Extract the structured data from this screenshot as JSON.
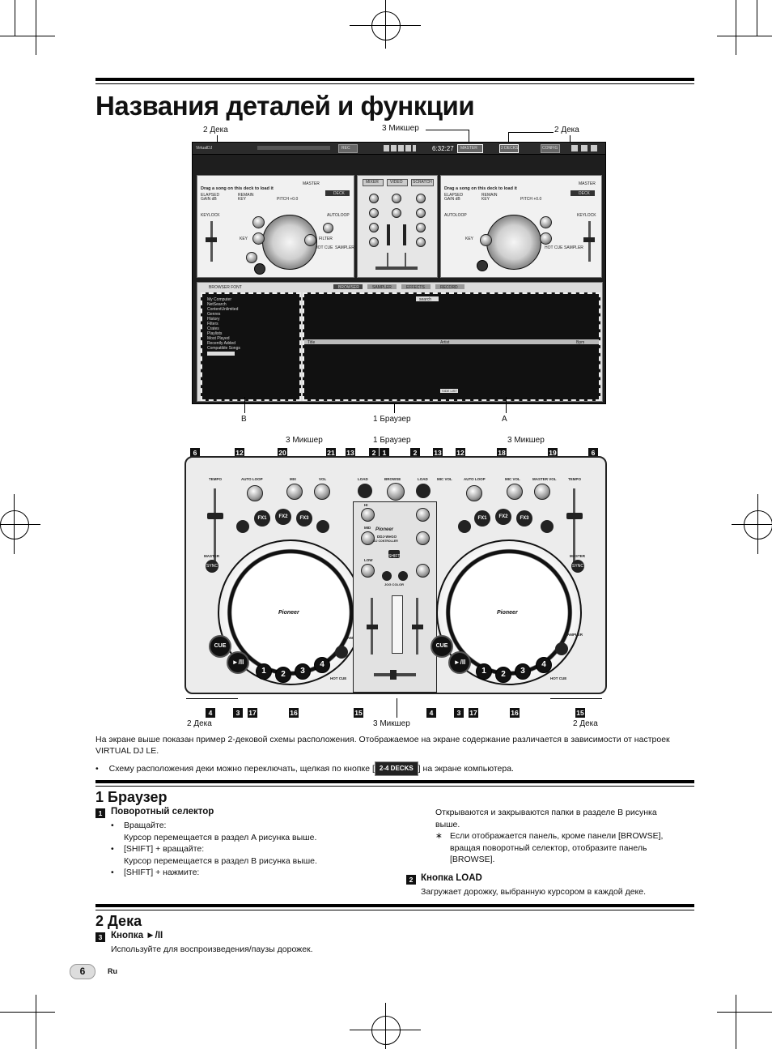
{
  "page": {
    "title": "Названия деталей и функции",
    "page_number": "6",
    "lang": "Ru"
  },
  "screen_figure": {
    "labels": {
      "deck_left": "2 Дека",
      "mixer": "3 Микшер",
      "deck_right": "2 Дека",
      "browser_b": "B",
      "browser": "1 Браузер",
      "browser_a": "A"
    },
    "ui": {
      "deck_prompt": "Drag a song on this deck to load it",
      "elapsed": "ELAPSED",
      "remain": "REMAIN",
      "gain": "GAIN dB",
      "key": "KEY",
      "pitch": "PITCH +0.0",
      "master": "MASTER",
      "deck": "DECK",
      "keylock": "KEYLOCK",
      "autoloop": "AUTOLOOP",
      "filter": "FILTER",
      "hotcue": "HOT CUE",
      "sampler": "SAMPLER",
      "tabs": [
        "BROWSER",
        "SAMPLER",
        "EFFECTS",
        "RECORD"
      ],
      "mixer_tabs": [
        "MIXER",
        "VIDEO",
        "SCRATCH"
      ],
      "folders": [
        "My Computer",
        "NetSearch",
        "ContentUnlimited",
        "Genres",
        "History",
        "Filters",
        "Crates",
        "Playlists",
        "Most Played",
        "Recently Added",
        "Compatible Songs"
      ],
      "table_cols": [
        "Title",
        "Artist",
        "Bpm"
      ],
      "search": "search",
      "time": "6:32:27",
      "top_buttons": [
        "REC",
        "MASTER",
        "2 DECKS",
        "CONFIG"
      ],
      "browser_font": "BROWSER FONT",
      "side_list": "SIDE LIST"
    }
  },
  "controller_figure": {
    "top_labels": {
      "mixer_left": "3 Микшер",
      "browser": "1 Браузер",
      "mixer_right": "3 Микшер"
    },
    "bottom_labels": {
      "deck_left": "2 Дека",
      "mixer": "3 Микшер",
      "deck_right": "2 Дека"
    },
    "callouts_top": [
      "6",
      "12",
      "20",
      "21",
      "13",
      "2",
      "1",
      "2",
      "13",
      "12",
      "18",
      "19",
      "6"
    ],
    "callouts_bottom": [
      "4",
      "3",
      "17",
      "16",
      "15",
      "4",
      "3",
      "17",
      "16",
      "15"
    ],
    "controls": {
      "tempo": "TEMPO",
      "auto_loop": "AUTO LOOP",
      "mix": "MIX",
      "vol": "VOL",
      "mic_vol": "MIC VOL",
      "master_vol": "MASTER VOL",
      "load": "LOAD",
      "browse": "BROWSE",
      "fx": [
        "FX1",
        "FX2",
        "FX3"
      ],
      "cue": "CUE",
      "play": "►/II",
      "pads": [
        "1",
        "2",
        "3",
        "4"
      ],
      "hot_cue": "HOT CUE",
      "sampler": "SAMPLER",
      "sync": "SYNC",
      "master": "MASTER",
      "brand": "Pioneer",
      "model": "DDJ-WeGO",
      "model_sub": "DJ CONTROLLER",
      "hi": "HI",
      "mid": "MID",
      "low": "LOW",
      "shift": "SHIFT",
      "jog_color": "JOG COLOR"
    }
  },
  "intro": {
    "text": "На экране выше показан пример 2-дековой схемы расположения. Отображаемое на экране содержание различается в зависимости от настроек VIRTUAL DJ LE.",
    "bullet_before": "Схему расположения деки можно переключать, щелкая по кнопке [",
    "bullet_button": "2-4 DECKS",
    "bullet_after": "] на экране компьютера."
  },
  "section1": {
    "heading": "1 Браузер",
    "item1": {
      "num": "1",
      "title": "Поворотный селектор",
      "b1_label": "Вращайте:",
      "b1_text": "Курсор перемещается в раздел A рисунка выше.",
      "b2_label": "[SHIFT] + вращайте:",
      "b2_text": "Курсор перемещается в раздел B рисунка выше.",
      "b3_label": "[SHIFT] + нажмите:",
      "right_text": "Открываются и закрываются папки в разделе B рисунка выше.",
      "note": "Если отображается панель, кроме панели [BROWSE], вращая поворотный селектор, отобразите панель [BROWSE]."
    },
    "item2": {
      "num": "2",
      "title": "Кнопка LOAD",
      "text": "Загружает дорожку, выбранную курсором в каждой деке."
    }
  },
  "section2": {
    "heading": "2 Дека",
    "item3": {
      "num": "3",
      "title": "Кнопка ►/II",
      "text": "Используйте для воспроизведения/паузы дорожек."
    }
  },
  "colors": {
    "ink": "#111111",
    "screen_bg": "#1e1e1e",
    "pane_bg": "#f1f1f1"
  }
}
